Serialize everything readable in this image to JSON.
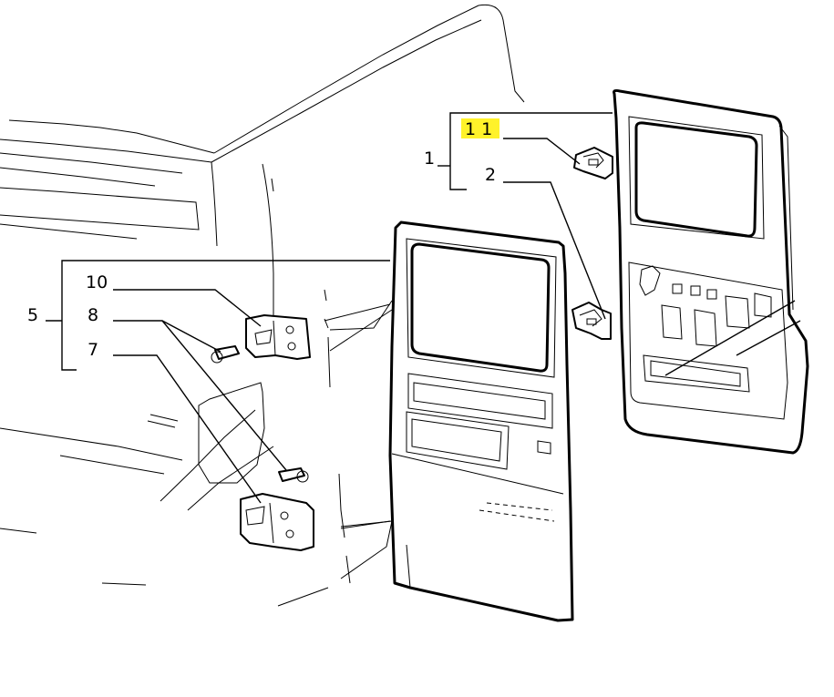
{
  "callouts": {
    "c1": "1",
    "c2": "2",
    "c5": "5",
    "c7": "7",
    "c8": "8",
    "c10": "10",
    "c11": "1 1"
  },
  "colors": {
    "highlight": "#fff22a",
    "line": "#000000",
    "background": "#ffffff"
  }
}
